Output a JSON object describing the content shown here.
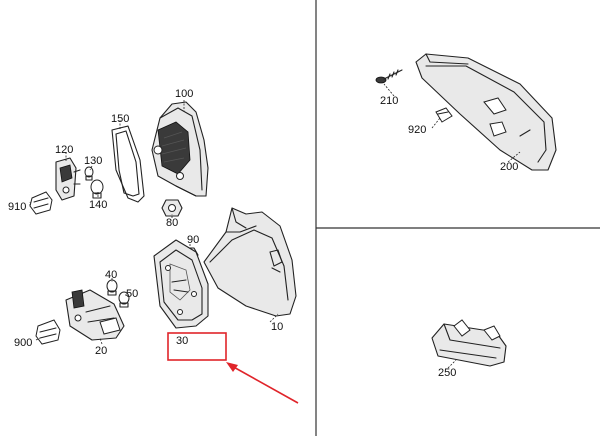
{
  "labels": {
    "p10": "10",
    "p20": "20",
    "p30": "30",
    "p40": "40",
    "p50": "50",
    "p80": "80",
    "p90": "90",
    "p100": "100",
    "p120": "120",
    "p130": "130",
    "p140": "140",
    "p150": "150",
    "p200": "200",
    "p210": "210",
    "p250": "250",
    "p900": "900",
    "p910": "910",
    "p920": "920"
  },
  "highlight": {
    "target_label": "30",
    "color": "#e0242a"
  }
}
